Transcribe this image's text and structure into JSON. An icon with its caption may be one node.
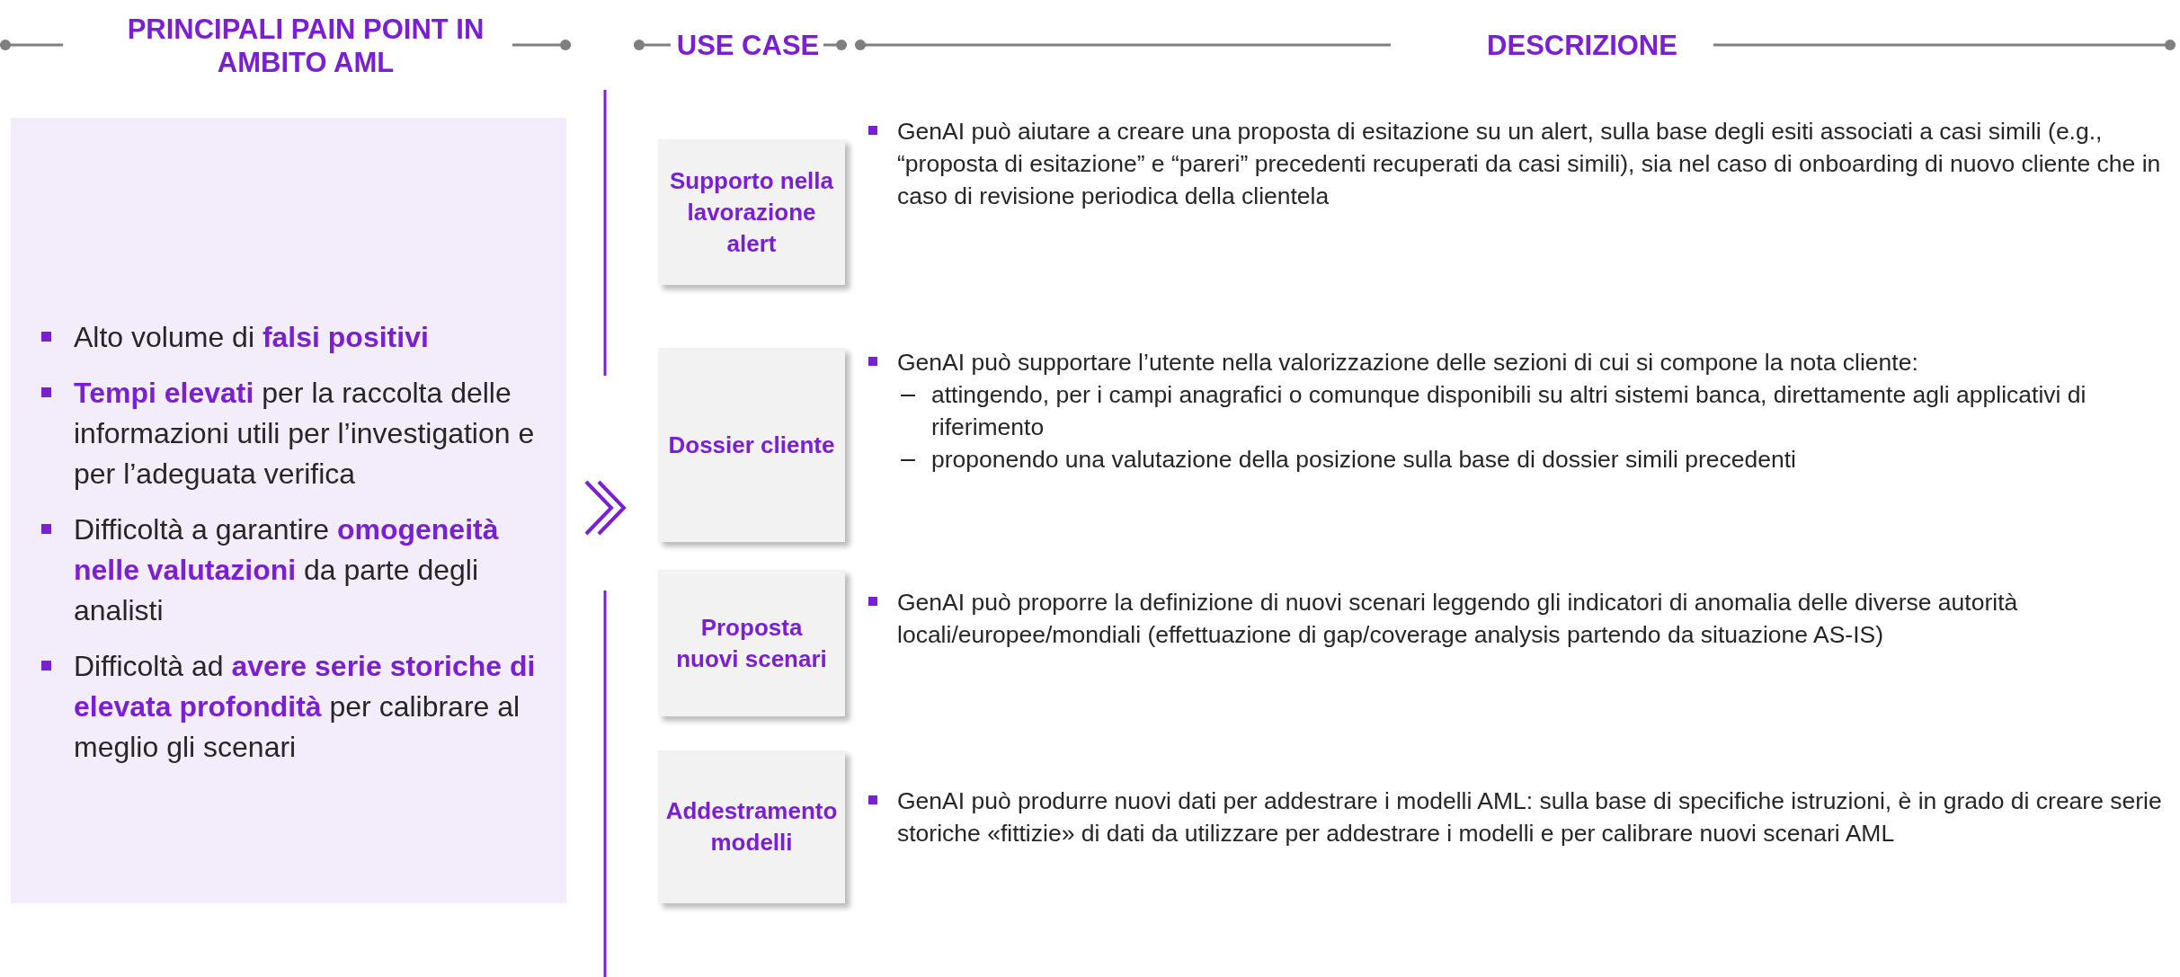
{
  "diagram": {
    "nodes": [
      {
        "text": [
          "Alto volume di **falsi positivi**",
          "**Tempi elevati** per la raccolta delle informazioni utili per l’investigation e per l’adeguata verifica",
          "Difficoltà a garantire **omogeneità nelle valutazioni** da parte degli analisti",
          "Difficoltà ad **avere serie storiche di elevata profondità** per calibrare al meglio gli scenari"
        ]
      },
      {
        "text": [
          "Supporto nella lavorazione alert"
        ],
        "beside": [
          "GenAI può aiutare a creare una proposta di esitazione su un alert, sulla base degli esiti associati a casi simili (e.g., “proposta di esitazione” e “pareri” precedenti recuperati da casi simili), sia nel caso di onboarding di nuovo cliente che in caso di revisione periodica della clientela"
        ]
      },
      {
        "text": [
          "Dossier cliente"
        ],
        "beside": [
          "GenAI può supportare l’utente nella valorizzazione delle sezioni di cui si compone la nota cliente:",
          "attingendo, per i campi anagrafici o comunque disponibili su altri sistemi banca, direttamente agli applicativi di riferimento",
          "proponendo una valutazione della posizione sulla base di dossier simili precedenti"
        ]
      },
      {
        "text": [
          "Proposta nuovi scenari"
        ],
        "beside": [
          "GenAI può proporre la definizione di nuovi scenari leggendo gli indicatori di anomalia delle diverse autorità locali/europee/mondiali (effettuazione di gap/coverage analysis partendo da situazione AS-IS)"
        ]
      },
      {
        "text": [
          "Addestramento modelli"
        ],
        "beside": [
          "GenAI può produrre nuovi dati per addestrare i modelli AML: sulla base di specifiche istruzioni, è in grado di creare serie storiche «fittizie» di dati da utilizzare per addestrare i modelli e per calibrare nuovi scenari AML"
        ]
      }
    ],
    "labels": [
      "PRINCIPALI PAIN POINT IN AMBITO AML",
      "USE CASE",
      "DESCRIZIONE"
    ]
  }
}
